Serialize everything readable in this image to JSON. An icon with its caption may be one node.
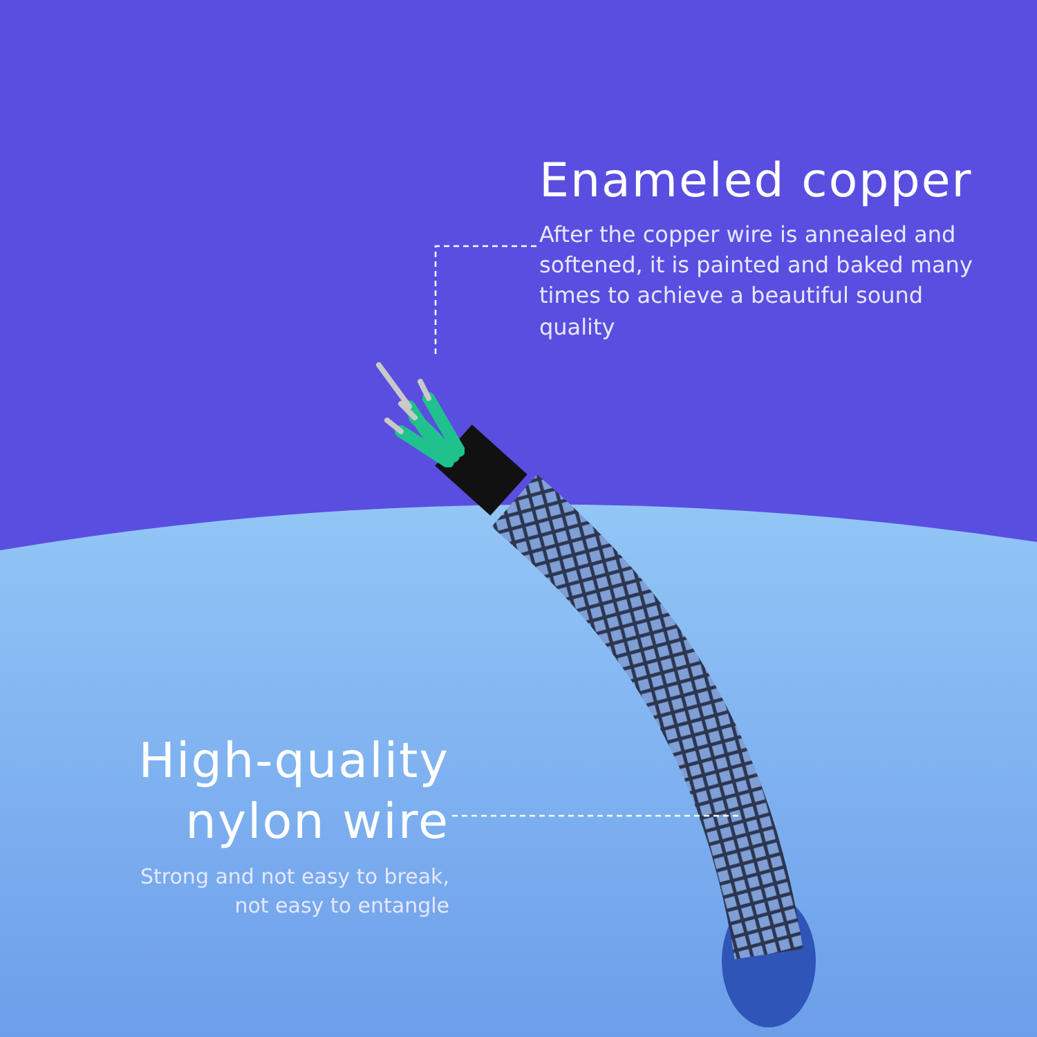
{
  "diagram": {
    "nodes": [
      {
        "text": [
          "Enameled copper",
          "After the copper wire is annealed and softened, it is painted and baked many times to achieve a beautiful sound quality"
        ]
      },
      {
        "text": [],
        "shape": "picture"
      },
      {
        "text": [
          "High-quality nylon wire",
          "Strong and not easy to break, not easy to entangle"
        ]
      }
    ],
    "edges": [
      {
        "from": 0,
        "to": 1,
        "arrow": "none",
        "style": "dashed"
      },
      {
        "from": 2,
        "to": null,
        "arrow": "none",
        "style": "dashed"
      }
    ]
  }
}
